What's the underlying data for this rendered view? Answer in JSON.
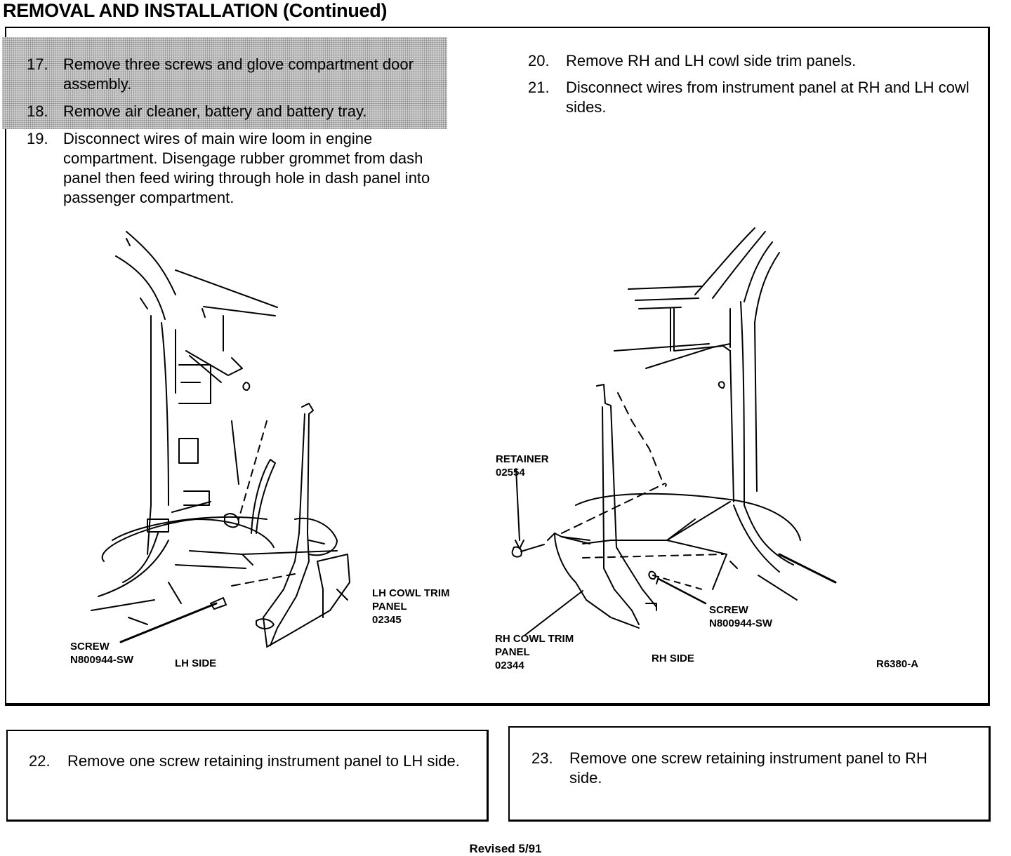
{
  "header": {
    "title": "REMOVAL AND INSTALLATION (Continued)"
  },
  "steps": [
    {
      "num": "17.",
      "text": "Remove three screws and glove compartment door assembly."
    },
    {
      "num": "18.",
      "text": "Remove air cleaner, battery and battery tray."
    },
    {
      "num": "19.",
      "text": "Disconnect wires of main wire loom in engine compartment. Disengage rubber grommet from dash panel then feed wiring through hole in dash panel into passenger compartment."
    },
    {
      "num": "20.",
      "text": "Remove RH and LH cowl side trim panels."
    },
    {
      "num": "21.",
      "text": "Disconnect wires from instrument panel at RH and LH cowl sides."
    },
    {
      "num": "22.",
      "text": "Remove one screw retaining instrument panel to LH side."
    },
    {
      "num": "23.",
      "text": "Remove one screw retaining instrument panel to RH side."
    }
  ],
  "figure": {
    "labels": {
      "lh_cowl": [
        "LH COWL TRIM",
        "PANEL",
        "02345"
      ],
      "lh_screw": [
        "SCREW",
        "N800944-SW"
      ],
      "lh_side": "LH SIDE",
      "retainer": [
        "RETAINER",
        "02554"
      ],
      "rh_cowl": [
        "RH COWL TRIM",
        "PANEL",
        "02344"
      ],
      "rh_screw": [
        "SCREW",
        "N800944-SW"
      ],
      "rh_side": "RH SIDE",
      "fig_id": "R6380-A"
    }
  },
  "footer": {
    "revised": "Revised 5/91"
  }
}
